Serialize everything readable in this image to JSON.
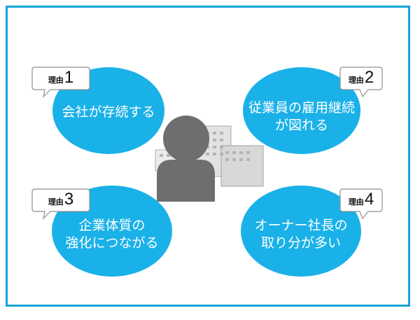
{
  "colors": {
    "border": "#18a4d8",
    "bubble": "#1ab1e8",
    "person": "#6e6e6e",
    "building": "#c6c6c6"
  },
  "icons": {
    "center": "person-with-buildings-icon"
  },
  "reasons": [
    {
      "tag_label": "理由",
      "tag_number": "1",
      "lines": [
        "会社が存続する"
      ]
    },
    {
      "tag_label": "理由",
      "tag_number": "2",
      "lines": [
        "従業員の雇用継続",
        "が図れる"
      ]
    },
    {
      "tag_label": "理由",
      "tag_number": "3",
      "lines": [
        "企業体質の",
        "強化につながる"
      ]
    },
    {
      "tag_label": "理由",
      "tag_number": "4",
      "lines": [
        "オーナー社長の",
        "取り分が多い"
      ]
    }
  ]
}
